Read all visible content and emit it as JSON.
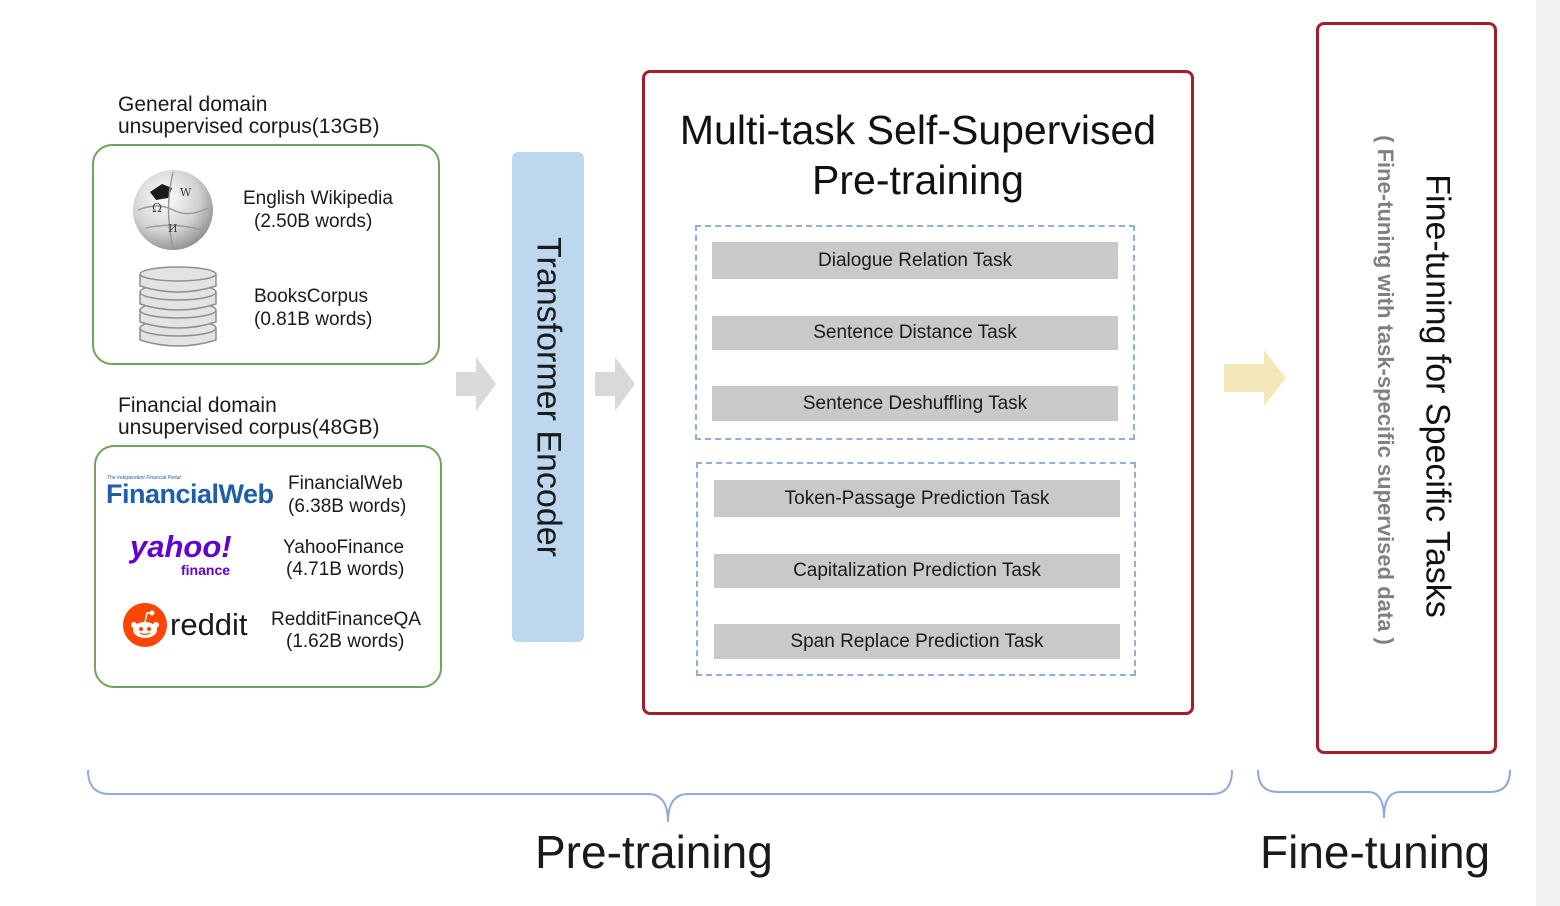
{
  "general": {
    "caption_line1": "General domain",
    "caption_line2": "unsupervised corpus",
    "size": "(13GB)",
    "sources": [
      {
        "name": "English Wikipedia",
        "words": "(2.50B words)"
      },
      {
        "name": "BooksCorpus",
        "words": "(0.81B words)"
      }
    ]
  },
  "financial": {
    "caption_line1": "Financial domain",
    "caption_line2": "unsupervised corpus",
    "size": "(48GB)",
    "sources": [
      {
        "name": "FinancialWeb",
        "words": "(6.38B words)"
      },
      {
        "name": "YahooFinance",
        "words": "(4.71B words)"
      },
      {
        "name": "RedditFinanceQA",
        "words": "(1.62B words)"
      }
    ]
  },
  "logos": {
    "financialweb_tagline": "The Independent Financial Portal",
    "financialweb": "FinancialWeb",
    "yahoo": "yahoo!",
    "yahoo_sub": "finance",
    "reddit": "reddit"
  },
  "encoder": {
    "label": "Transformer Encoder"
  },
  "pretraining": {
    "title_line1": "Multi-task Self-Supervised",
    "title_line2": "Pre-training",
    "group1": [
      "Dialogue Relation Task",
      "Sentence Distance Task",
      "Sentence Deshuffling Task"
    ],
    "group2": [
      "Token-Passage Prediction Task",
      "Capitalization Prediction Task",
      "Span Replace Prediction Task"
    ]
  },
  "finetuning": {
    "title": "Fine-tuning for Specific Tasks",
    "subtitle": "( Fine-tuning with task-specific supervised data )"
  },
  "phases": {
    "pretraining": "Pre-training",
    "finetuning": "Fine-tuning"
  },
  "colors": {
    "corpus_border": "#70a35b",
    "encoder_fill": "#bdd7ee",
    "box_border": "#a0202a",
    "task_fill": "#c9c9c9",
    "dash_border": "#8fb0d8",
    "grey_arrow": "#d9d9d9",
    "yellow_arrow": "#f3e9b8",
    "brace": "#8eaadb"
  }
}
